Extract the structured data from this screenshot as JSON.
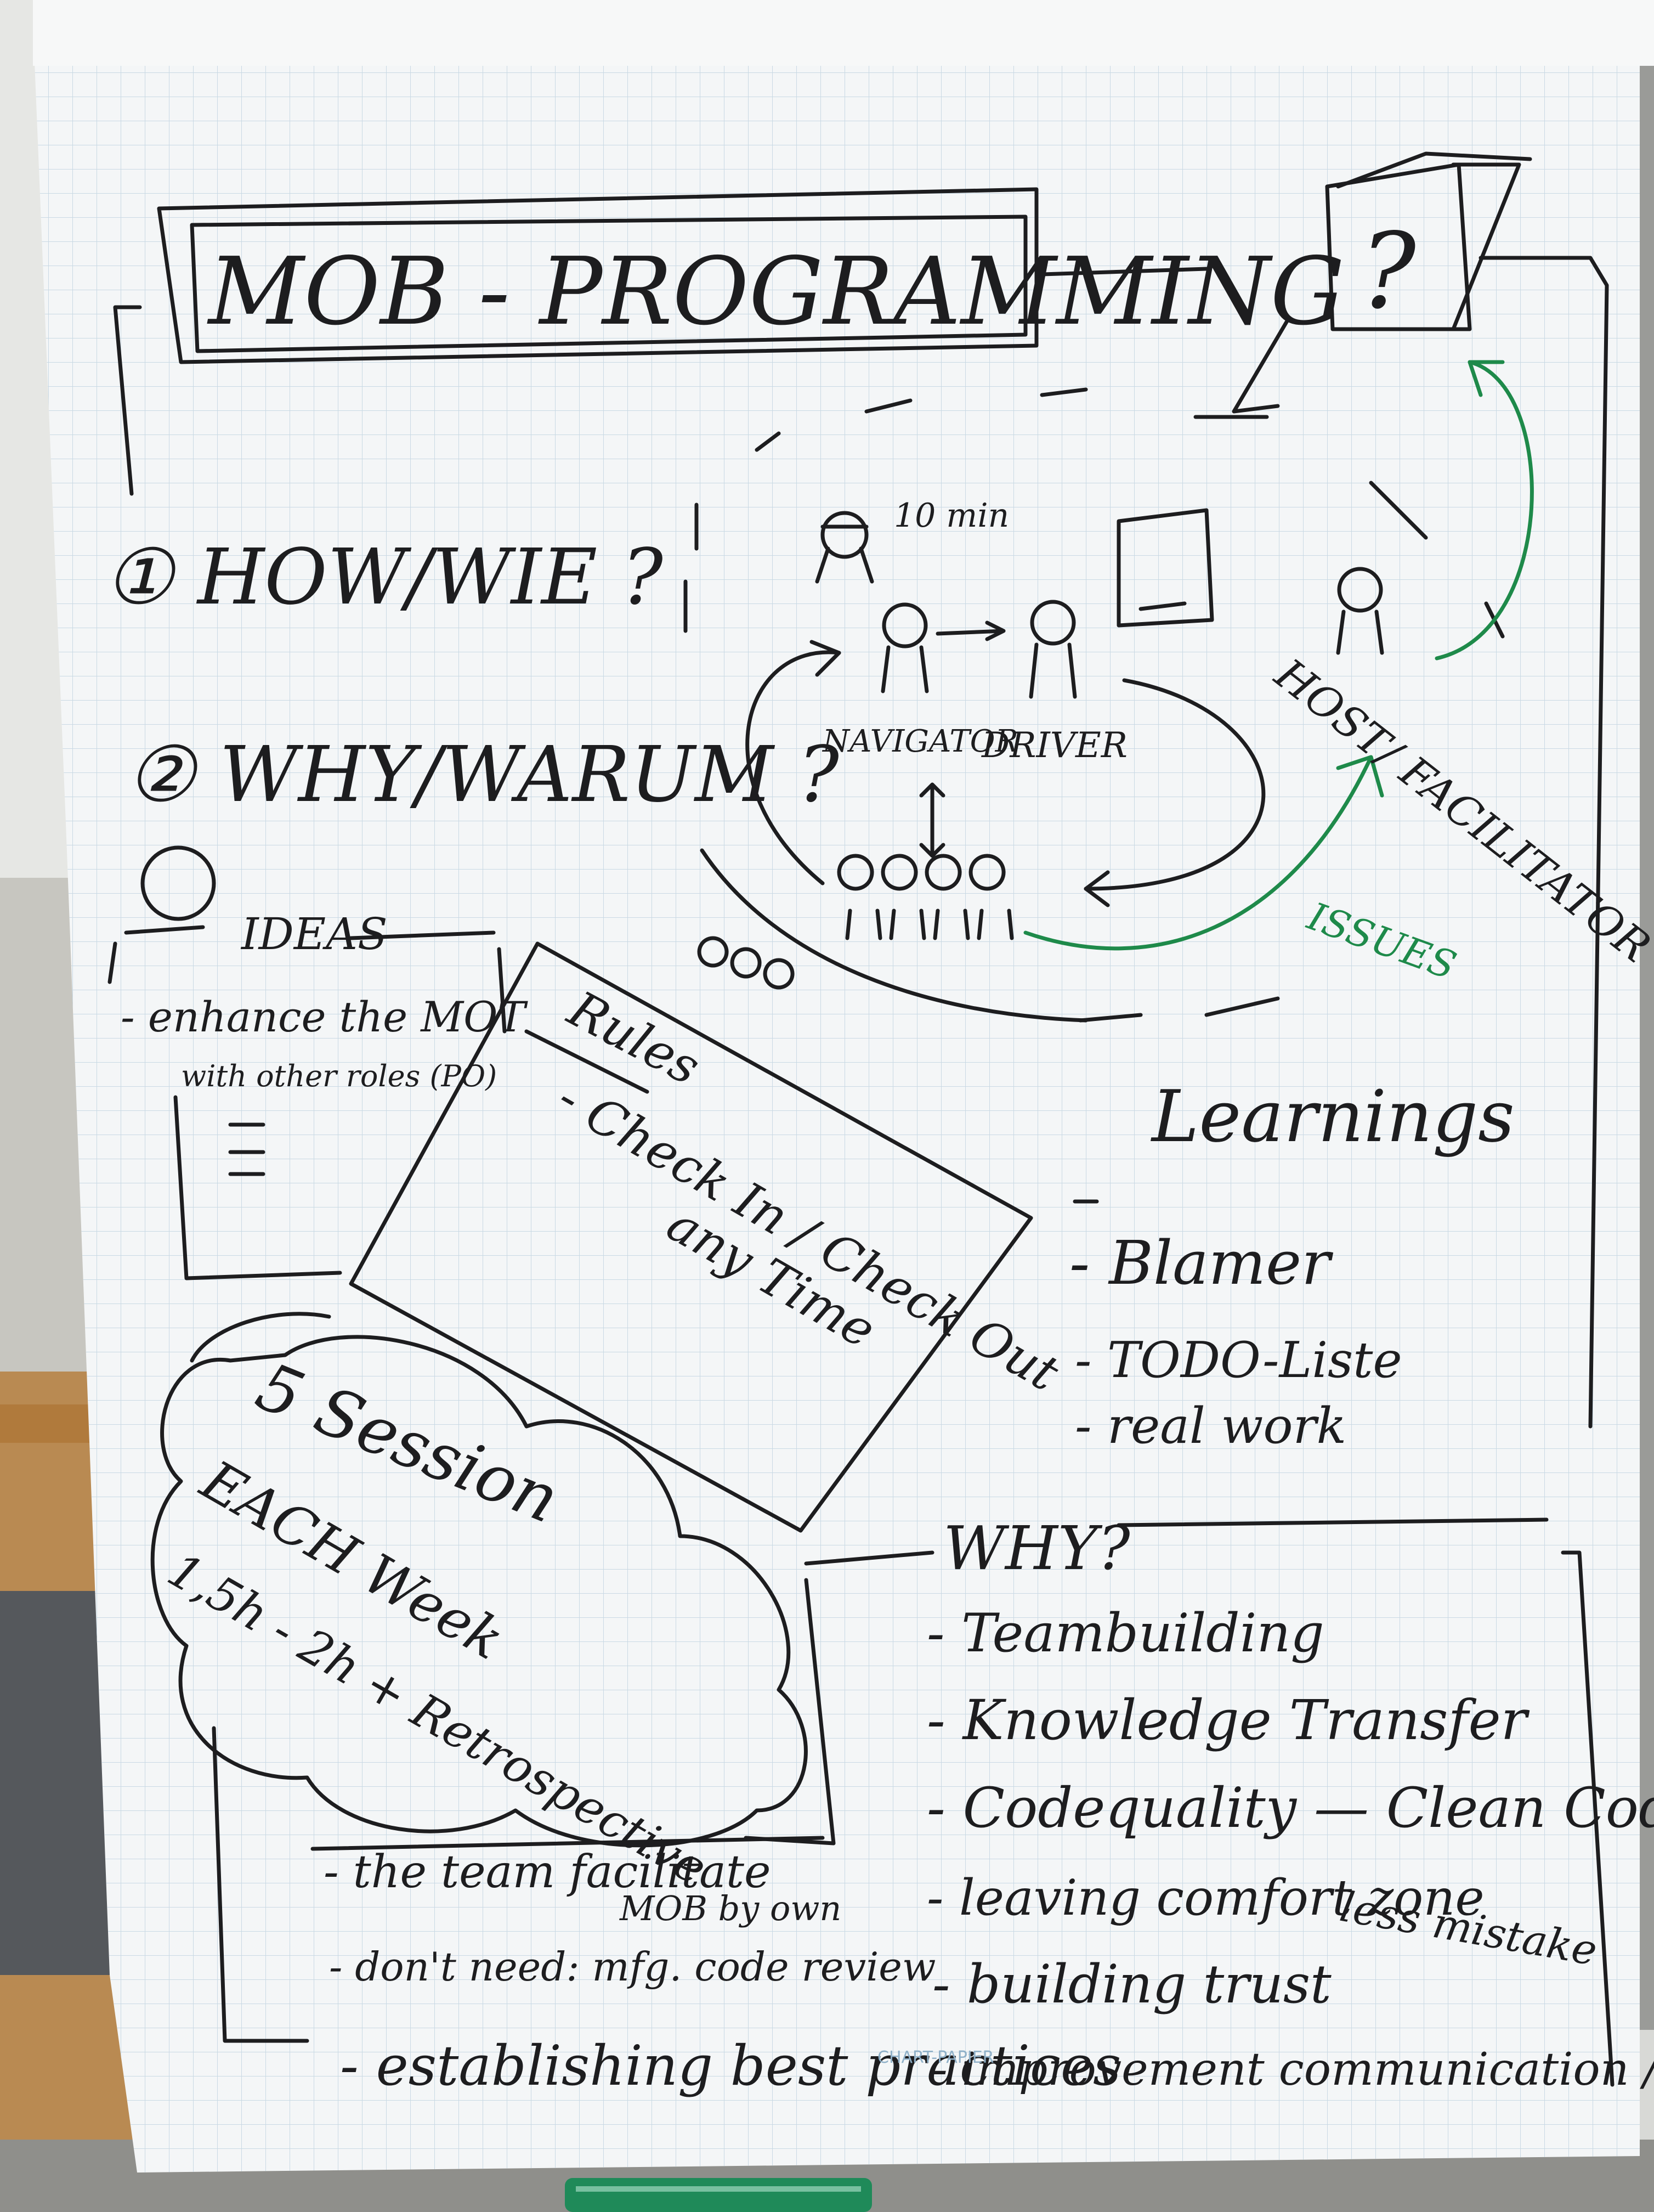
{
  "flipchart": {
    "title": "MOB - PROGRAMMING",
    "question_box": "?",
    "questions": [
      "① HOW/WIE ?",
      "② WHY/WARUM ?"
    ],
    "diagram": {
      "timer_label": "10 min",
      "navigator": "NAVIGATOR",
      "driver": "DRIVER",
      "host": "HOST/ FACILITATOR",
      "issues": "ISSUES"
    },
    "ideas": {
      "heading": "IDEAS",
      "items": [
        "- enhance the MOT",
        "with other roles (PO)"
      ]
    },
    "rules": {
      "heading": "Rules",
      "items": [
        "- Check In / Check Out",
        "any Time"
      ]
    },
    "session": {
      "lines": [
        "5 Session",
        "EACH Week",
        "1,5h - 2h + Retrospective"
      ]
    },
    "learnings": {
      "heading": "Learnings",
      "items": [
        "- Blamer",
        "- TODO-Liste",
        "- real work"
      ]
    },
    "why": {
      "heading": "WHY?",
      "items": [
        "- Teambuilding",
        "- Knowledge Transfer",
        "- Codequality — Clean Code",
        "less mistake",
        "- leaving comfort zone",
        "- building trust",
        "- improvement communication / collab."
      ]
    },
    "bottom_list": {
      "items": [
        "- the team facilitate",
        "MOB by own",
        "- don't need: mfg. code review",
        "- establishing best practices"
      ]
    },
    "paper_imprint": "CHART-PAPIER"
  },
  "colors": {
    "ink": "#1d1d1f",
    "green_marker": "#1e8a4a",
    "paper": "#f4f6f7",
    "grid": "#c9d9e4"
  }
}
